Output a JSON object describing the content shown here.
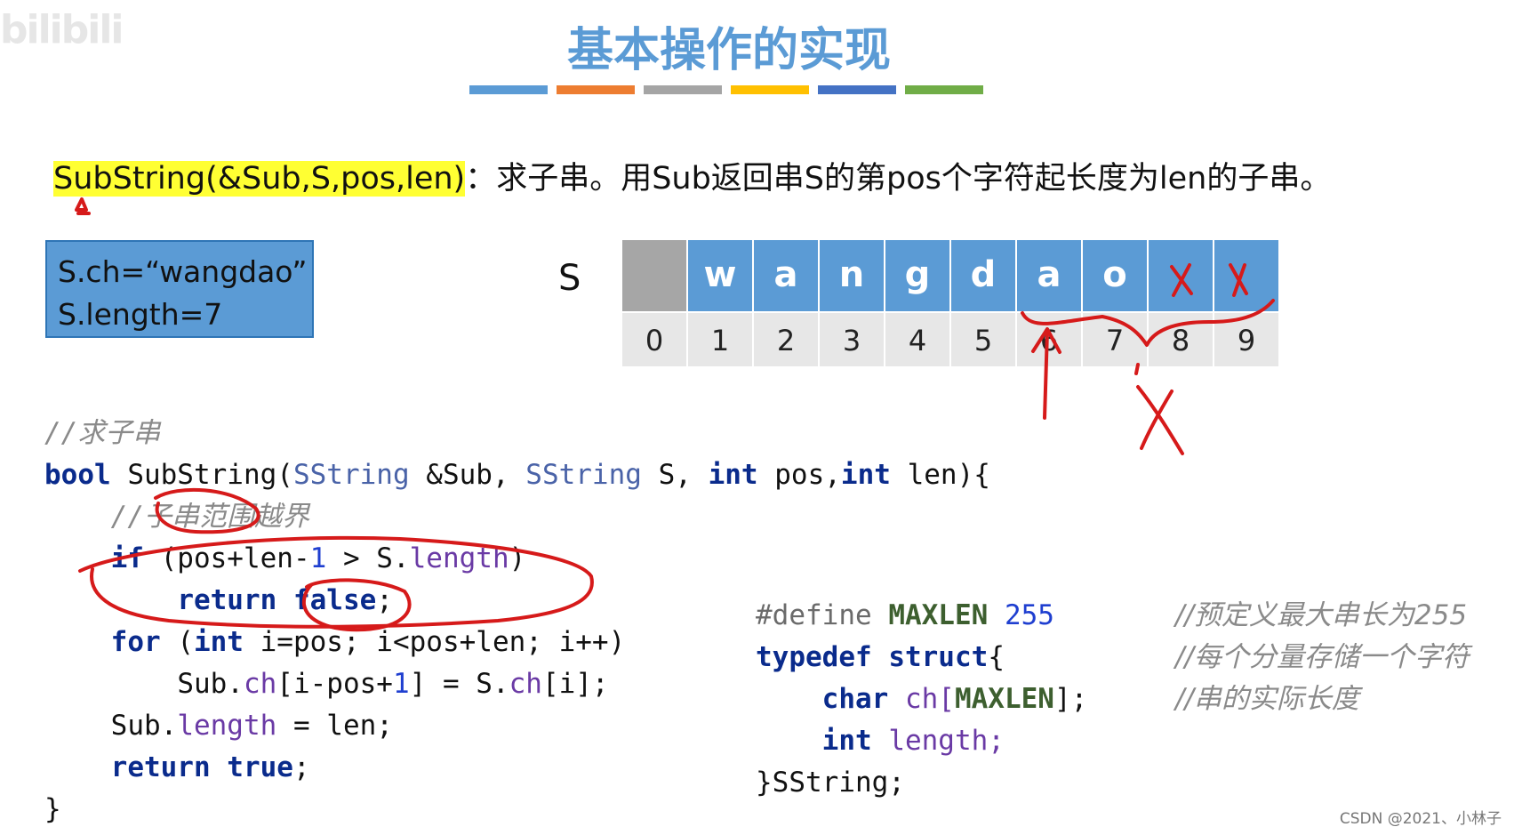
{
  "watermark": "bilibili",
  "title": "基本操作的实现",
  "title_bar_colors": [
    "#5b9bd5",
    "#ed7d31",
    "#a5a5a5",
    "#ffc000",
    "#4472c4",
    "#70ad47"
  ],
  "signature": {
    "func": "SubString(&Sub,S,pos,len)",
    "desc": "：求子串。用Sub返回串S的第pos个字符起长度为len的子串。"
  },
  "info_box": {
    "line1": "S.ch=“wangdao”",
    "line2": "S.length=7"
  },
  "array": {
    "label": "S",
    "chars": [
      "",
      "w",
      "a",
      "n",
      "g",
      "d",
      "a",
      "o",
      "",
      ""
    ],
    "indices": [
      "0",
      "1",
      "2",
      "3",
      "4",
      "5",
      "6",
      "7",
      "8",
      "9"
    ]
  },
  "code_left": {
    "comment": "//求子串",
    "bool": "bool",
    "fname": " SubString(",
    "t1": "SString",
    "p1": " &Sub, ",
    "t2": "SString",
    "p2": " S, ",
    "int1": "int",
    "p3": " pos,",
    "int2": "int",
    "p4": " len){",
    "c2": "//子串范围越界",
    "if": "if",
    "cond_a": " (pos+len-",
    "cond_num": "1",
    "cond_b": " > S.",
    "cond_field": "length",
    "cond_c": ")",
    "ret": "return",
    "false": " false",
    "semi": ";",
    "for": "for",
    "for_a": " (",
    "for_int": "int",
    "for_b": " i=pos; i<pos+len; i++)",
    "asg_a": "Sub.",
    "asg_field1": "ch",
    "asg_b": "[i-pos+",
    "asg_num": "1",
    "asg_c": "] = S.",
    "asg_field2": "ch",
    "asg_d": "[i];",
    "len_a": "Sub.",
    "len_field": "length",
    "len_b": " = len;",
    "ret2": "return",
    "true": " true",
    "semi2": ";",
    "close": "}"
  },
  "code_right": {
    "define": "#define",
    "maxlen": " MAXLEN",
    "val": " 255",
    "typedef": "typedef",
    "struct": " struct",
    "brace": "{",
    "char": "char",
    "ch_a": " ch[",
    "ch_max": "MAXLEN",
    "ch_b": "];",
    "int": "int",
    "length": " length;",
    "end": "}SString;"
  },
  "right_comments": [
    "//预定义最大串长为255",
    "//每个分量存储一个字符",
    "//串的实际长度"
  ],
  "csdn": "CSDN @2021、小林子"
}
